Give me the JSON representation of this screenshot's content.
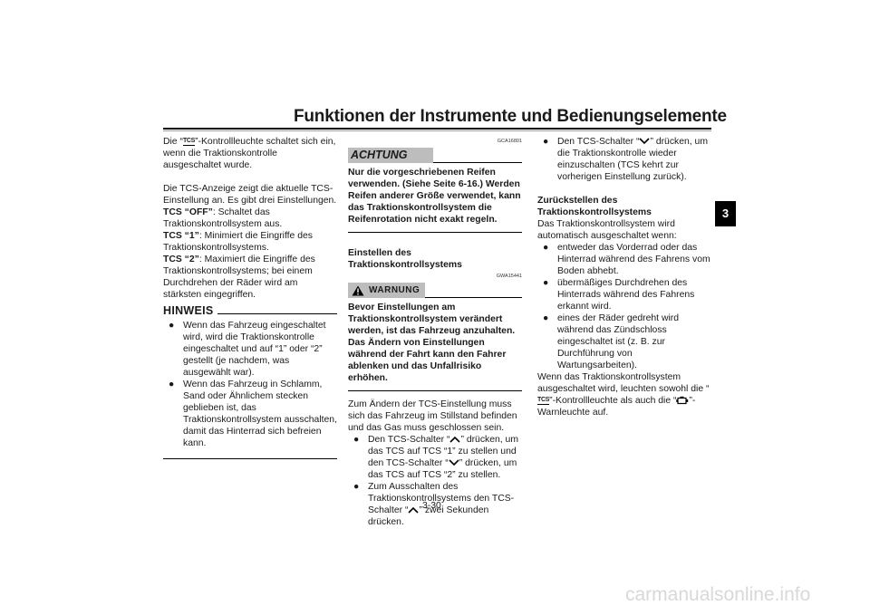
{
  "header": {
    "title": "Funktionen der Instrumente und Bedienungselemente",
    "chapter_tab": "3"
  },
  "col1": {
    "p1_pre": "Die “",
    "p1_icon_text": "TCS",
    "p1_post": "”-Kontrollleuchte schaltet sich ein, wenn die Traktionskontrolle ausgeschaltet wurde.",
    "p2": "Die TCS-Anzeige zeigt die aktuelle TCS-Einstellung an. Es gibt drei Einstellungen.",
    "s1_label": "TCS “OFF”",
    "s1_text": ": Schaltet das Traktionskontrollsystem aus.",
    "s2_label": "TCS “1”",
    "s2_text": ": Minimiert die Eingriffe des Traktionskontrollsystems.",
    "s3_label": "TCS “2”",
    "s3_text": ": Maximiert die Eingriffe des Traktionskontrollsystems; bei einem Durchdrehen der Räder wird am stärksten eingegriffen.",
    "hinweis_title": "HINWEIS",
    "hinweis_items": [
      "Wenn das Fahrzeug eingeschaltet wird, wird die Traktionskontrolle eingeschaltet und auf “1” oder “2” gestellt (je nachdem, was ausgewählt war).",
      "Wenn das Fahrzeug in Schlamm, Sand oder Ähnlichem stecken geblieben ist, das Traktionskontrollsystem ausschalten, damit das Hinterrad sich befreien kann."
    ]
  },
  "col2": {
    "achtung_code": "GCA16801",
    "achtung_label": "ACHTUNG",
    "achtung_text": "Nur die vorgeschriebenen Reifen verwenden. (Siehe Seite 6-16.) Werden Reifen anderer Größe verwendet, kann das Traktionskontrollsystem die Reifenrotation nicht exakt regeln.",
    "heading": "Einstellen des Traktionskontrollsystems",
    "warn_code": "GWA15441",
    "warn_label": "WARNUNG",
    "warn_text": "Bevor Einstellungen am Traktionskontrollsystem verändert werden, ist das Fahrzeug anzuhalten. Das Ändern von Einstellungen während der Fahrt kann den Fahrer ablenken und das Unfallrisiko erhöhen.",
    "intro": "Zum Ändern der TCS-Einstellung muss sich das Fahrzeug im Stillstand befinden und das Gas muss geschlossen sein.",
    "b1_pre": "Den TCS-Schalter “",
    "b1_mid": "” drücken, um das TCS auf TCS “1” zu stellen und den TCS-Schalter “",
    "b1_post": "” drücken, um das TCS auf TCS “2” zu stellen.",
    "b2_pre": "Zum Ausschalten des Traktionskontrollsystems den TCS-Schalter “",
    "b2_post": "” zwei Sekunden drücken."
  },
  "col3": {
    "b1_pre": "Den TCS-Schalter “",
    "b1_post": "” drücken, um die Traktionskontrolle wieder einzuschalten (TCS kehrt zur vorherigen Einstellung zurück).",
    "heading": "Zurückstellen des Traktionskontrollsystems",
    "intro": "Das Traktionskontrollsystem wird automatisch ausgeschaltet wenn:",
    "items": [
      "entweder das Vorderrad oder das Hinterrad während des Fahrens vom Boden abhebt.",
      "übermäßiges Durchdrehen des Hinterrads während des Fahrens erkannt wird.",
      "eines der Räder gedreht wird während das Zündschloss eingeschaltet ist (z. B. zur Durchführung von Wartungsarbeiten)."
    ],
    "outro_pre": "Wenn das Traktionskontrollsystem ausgeschaltet wird, leuchten sowohl die “",
    "outro_icon_text": "TCS",
    "outro_mid": "”-Kontrollleuchte als auch die “",
    "outro_post": "”-Warnleuchte auf."
  },
  "footer": {
    "page_number": "3-30",
    "watermark": "carmanualsonline.info"
  },
  "icons": {
    "tcs_indicator": "tcs-indicator-icon",
    "up_switch": "chevron-up-icon",
    "down_switch": "chevron-down-icon",
    "warning_triangle": "warning-triangle-icon",
    "engine_warning": "engine-warning-icon"
  }
}
